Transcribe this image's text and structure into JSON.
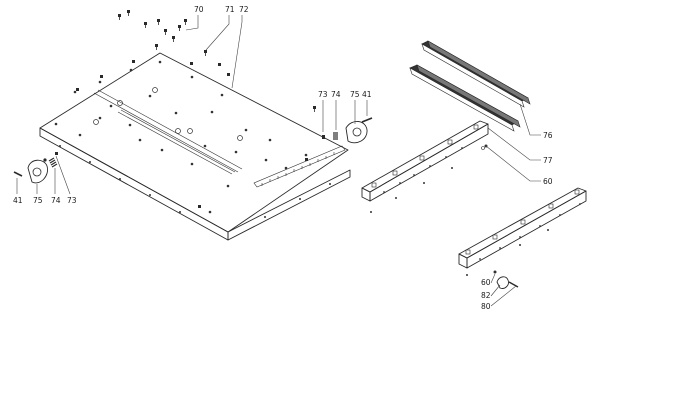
{
  "diagram": {
    "labels": [
      {
        "id": "label-70",
        "text": "70"
      },
      {
        "id": "label-71",
        "text": "71"
      },
      {
        "id": "label-72",
        "text": "72"
      },
      {
        "id": "label-73-right",
        "text": "73"
      },
      {
        "id": "label-74-right",
        "text": "74"
      },
      {
        "id": "label-75-right",
        "text": "75"
      },
      {
        "id": "label-41-right",
        "text": "41"
      },
      {
        "id": "label-41-left",
        "text": "41"
      },
      {
        "id": "label-75-left",
        "text": "75"
      },
      {
        "id": "label-74-left",
        "text": "74"
      },
      {
        "id": "label-73-left",
        "text": "73"
      },
      {
        "id": "label-76",
        "text": "76"
      },
      {
        "id": "label-77",
        "text": "77"
      },
      {
        "id": "label-60-upper",
        "text": "60"
      },
      {
        "id": "label-60-lower",
        "text": "60"
      },
      {
        "id": "label-82",
        "text": "82"
      },
      {
        "id": "label-80",
        "text": "80"
      }
    ],
    "colors": {
      "line": "#2a2a2a",
      "part_fill": "#ffffff",
      "dark_fill": "#333333"
    }
  }
}
